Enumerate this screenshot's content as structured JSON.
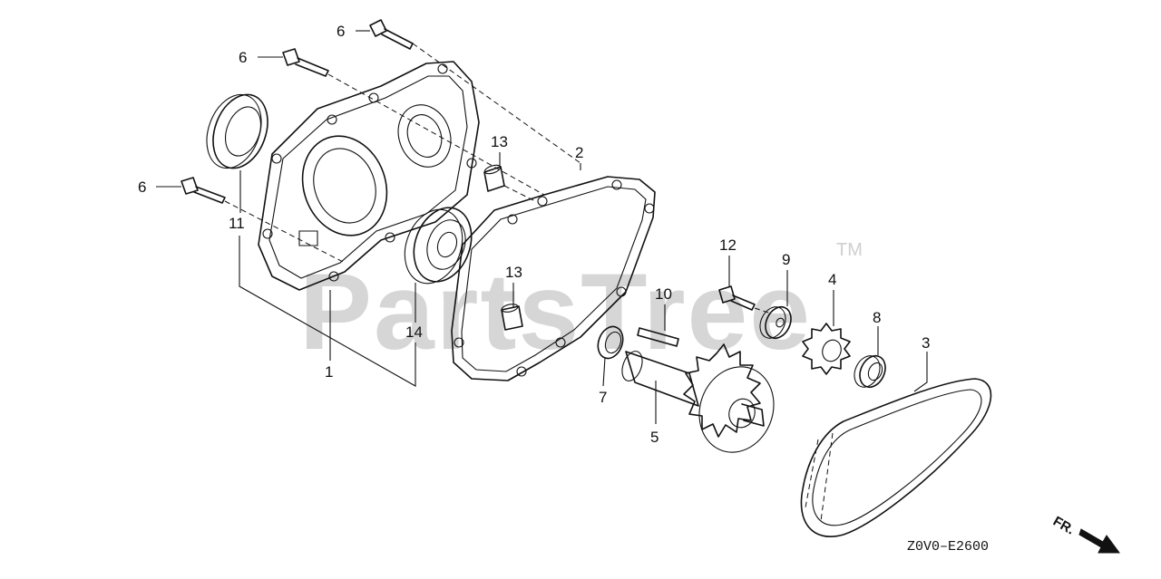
{
  "watermark": {
    "text": "PartsTree",
    "trademark": "TM"
  },
  "diagram_code": "Z0V0–E2600",
  "direction_label": "FR.",
  "callouts": {
    "c1": "1",
    "c2": "2",
    "c3": "3",
    "c4": "4",
    "c5": "5",
    "c6a": "6",
    "c6b": "6",
    "c6c": "6",
    "c7": "7",
    "c8": "8",
    "c9": "9",
    "c10": "10",
    "c11": "11",
    "c12": "12",
    "c13a": "13",
    "c13b": "13",
    "c14": "14"
  }
}
